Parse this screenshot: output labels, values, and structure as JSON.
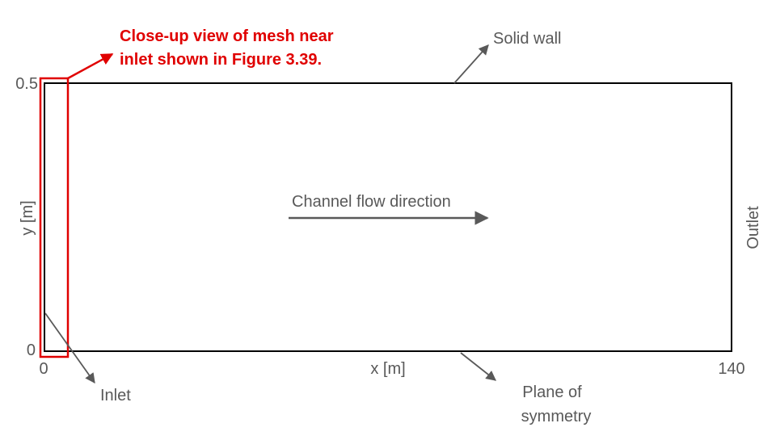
{
  "colors": {
    "domain_border": "#000000",
    "annotation_text": "#595959",
    "arrow": "#595959",
    "highlight": "#e00000"
  },
  "callout": {
    "line1": "Close-up view of mesh near",
    "line2": "inlet shown in Figure 3.39."
  },
  "axes": {
    "y_label": "y [m]",
    "x_label": "x [m]",
    "y_ticks": [
      "0.5",
      "0"
    ],
    "x_ticks": [
      "0",
      "140"
    ]
  },
  "labels": {
    "solid_wall": "Solid wall",
    "flow_direction": "Channel flow direction",
    "outlet": "Outlet",
    "inlet": "Inlet",
    "symmetry_line1": "Plane of",
    "symmetry_line2": "symmetry"
  }
}
